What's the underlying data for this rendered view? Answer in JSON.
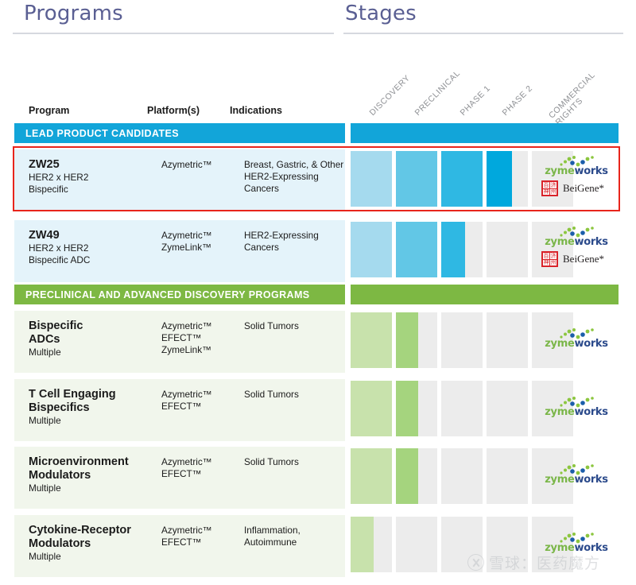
{
  "headers": {
    "programs_title": "Programs",
    "stages_title": "Stages",
    "columns": {
      "program": "Program",
      "platform": "Platform(s)",
      "indications": "Indications"
    }
  },
  "stages": [
    {
      "label": "DISCOVERY",
      "line2": ""
    },
    {
      "label": "PRECLINICAL",
      "line2": ""
    },
    {
      "label": "PHASE 1",
      "line2": ""
    },
    {
      "label": "PHASE 2",
      "line2": ""
    },
    {
      "label": "COMMERCIAL",
      "line2": "RIGHTS"
    }
  ],
  "colors": {
    "lead_section": "#12A5D9",
    "preclinical_section": "#7DB843",
    "blue_1": "#A5DAEE",
    "blue_2": "#62C7E6",
    "blue_3": "#2FB8E3",
    "blue_4": "#00A8DD",
    "green_1": "#C8E2AC",
    "green_2": "#A5D47E",
    "track": "#ECECEC",
    "row_blue_bg": "#E4F3FA",
    "row_green_bg": "#F1F6EC",
    "highlight": "#E8251C",
    "title_text": "#5A5F93"
  },
  "sections": [
    {
      "id": "lead",
      "label": "LEAD PRODUCT CANDIDATES",
      "accent": "#12A5D9",
      "row_bg": "#E4F3FA",
      "rows": [
        {
          "name": "ZW25",
          "sub": "HER2 x HER2\nBispecific",
          "platform": "Azymetric™",
          "indication": "Breast, Gastric, & Other\nHER2-Expressing\nCancers",
          "bars": [
            {
              "stage": "DISCOVERY",
              "fill": 100,
              "color": "#A5DAEE"
            },
            {
              "stage": "PRECLINICAL",
              "fill": 100,
              "color": "#62C7E6"
            },
            {
              "stage": "PHASE 1",
              "fill": 100,
              "color": "#2FB8E3"
            },
            {
              "stage": "PHASE 2",
              "fill": 62,
              "color": "#00A8DD"
            },
            {
              "stage": "COMMERCIAL RIGHTS",
              "fill": 0,
              "color": "#ECECEC"
            }
          ],
          "partners": [
            "zymeworks",
            "BeiGene*"
          ],
          "highlighted": true
        },
        {
          "name": "ZW49",
          "sub": "HER2 x HER2\nBispecific ADC",
          "platform": "Azymetric™\nZymeLink™",
          "indication": "HER2-Expressing\nCancers",
          "bars": [
            {
              "stage": "DISCOVERY",
              "fill": 100,
              "color": "#A5DAEE"
            },
            {
              "stage": "PRECLINICAL",
              "fill": 100,
              "color": "#62C7E6"
            },
            {
              "stage": "PHASE 1",
              "fill": 58,
              "color": "#2FB8E3"
            },
            {
              "stage": "PHASE 2",
              "fill": 0,
              "color": "#ECECEC"
            },
            {
              "stage": "COMMERCIAL RIGHTS",
              "fill": 0,
              "color": "#ECECEC"
            }
          ],
          "partners": [
            "zymeworks",
            "BeiGene*"
          ],
          "highlighted": false
        }
      ]
    },
    {
      "id": "preclinical",
      "label": "PRECLINICAL AND ADVANCED DISCOVERY PROGRAMS",
      "accent": "#7DB843",
      "row_bg": "#F1F6EC",
      "rows": [
        {
          "name": "Bispecific\nADCs",
          "sub": "Multiple",
          "platform": "Azymetric™\nEFECT™\nZymeLink™",
          "indication": "Solid Tumors",
          "bars": [
            {
              "stage": "DISCOVERY",
              "fill": 100,
              "color": "#C8E2AC"
            },
            {
              "stage": "PRECLINICAL",
              "fill": 54,
              "color": "#A5D47E"
            },
            {
              "stage": "PHASE 1",
              "fill": 0,
              "color": "#ECECEC"
            },
            {
              "stage": "PHASE 2",
              "fill": 0,
              "color": "#ECECEC"
            },
            {
              "stage": "COMMERCIAL RIGHTS",
              "fill": 0,
              "color": "#ECECEC"
            }
          ],
          "partners": [
            "zymeworks"
          ],
          "highlighted": false
        },
        {
          "name": "T Cell Engaging\nBispecifics",
          "sub": "Multiple",
          "platform": "Azymetric™\nEFECT™",
          "indication": "Solid Tumors",
          "bars": [
            {
              "stage": "DISCOVERY",
              "fill": 100,
              "color": "#C8E2AC"
            },
            {
              "stage": "PRECLINICAL",
              "fill": 54,
              "color": "#A5D47E"
            },
            {
              "stage": "PHASE 1",
              "fill": 0,
              "color": "#ECECEC"
            },
            {
              "stage": "PHASE 2",
              "fill": 0,
              "color": "#ECECEC"
            },
            {
              "stage": "COMMERCIAL RIGHTS",
              "fill": 0,
              "color": "#ECECEC"
            }
          ],
          "partners": [
            "zymeworks"
          ],
          "highlighted": false
        },
        {
          "name": "Microenvironment\nModulators",
          "sub": "Multiple",
          "platform": "Azymetric™\nEFECT™",
          "indication": "Solid Tumors",
          "bars": [
            {
              "stage": "DISCOVERY",
              "fill": 100,
              "color": "#C8E2AC"
            },
            {
              "stage": "PRECLINICAL",
              "fill": 54,
              "color": "#A5D47E"
            },
            {
              "stage": "PHASE 1",
              "fill": 0,
              "color": "#ECECEC"
            },
            {
              "stage": "PHASE 2",
              "fill": 0,
              "color": "#ECECEC"
            },
            {
              "stage": "COMMERCIAL RIGHTS",
              "fill": 0,
              "color": "#ECECEC"
            }
          ],
          "partners": [
            "zymeworks"
          ],
          "highlighted": false
        },
        {
          "name": "Cytokine-Receptor\nModulators",
          "sub": "Multiple",
          "platform": "Azymetric™\nEFECT™",
          "indication": "Inflammation,\nAutoimmune",
          "bars": [
            {
              "stage": "DISCOVERY",
              "fill": 55,
              "color": "#C8E2AC"
            },
            {
              "stage": "PRECLINICAL",
              "fill": 0,
              "color": "#ECECEC"
            },
            {
              "stage": "PHASE 1",
              "fill": 0,
              "color": "#ECECEC"
            },
            {
              "stage": "PHASE 2",
              "fill": 0,
              "color": "#ECECEC"
            },
            {
              "stage": "COMMERCIAL RIGHTS",
              "fill": 0,
              "color": "#ECECEC"
            }
          ],
          "partners": [
            "zymeworks"
          ],
          "highlighted": false
        }
      ]
    }
  ],
  "logos": {
    "zymeworks": {
      "part1": "zyme",
      "part2": "works"
    },
    "beigene": {
      "word": "BeiGene*",
      "seal": [
        "百",
        "济",
        "神",
        "州"
      ]
    }
  },
  "watermark": {
    "text": "雪球：医药魔方"
  }
}
